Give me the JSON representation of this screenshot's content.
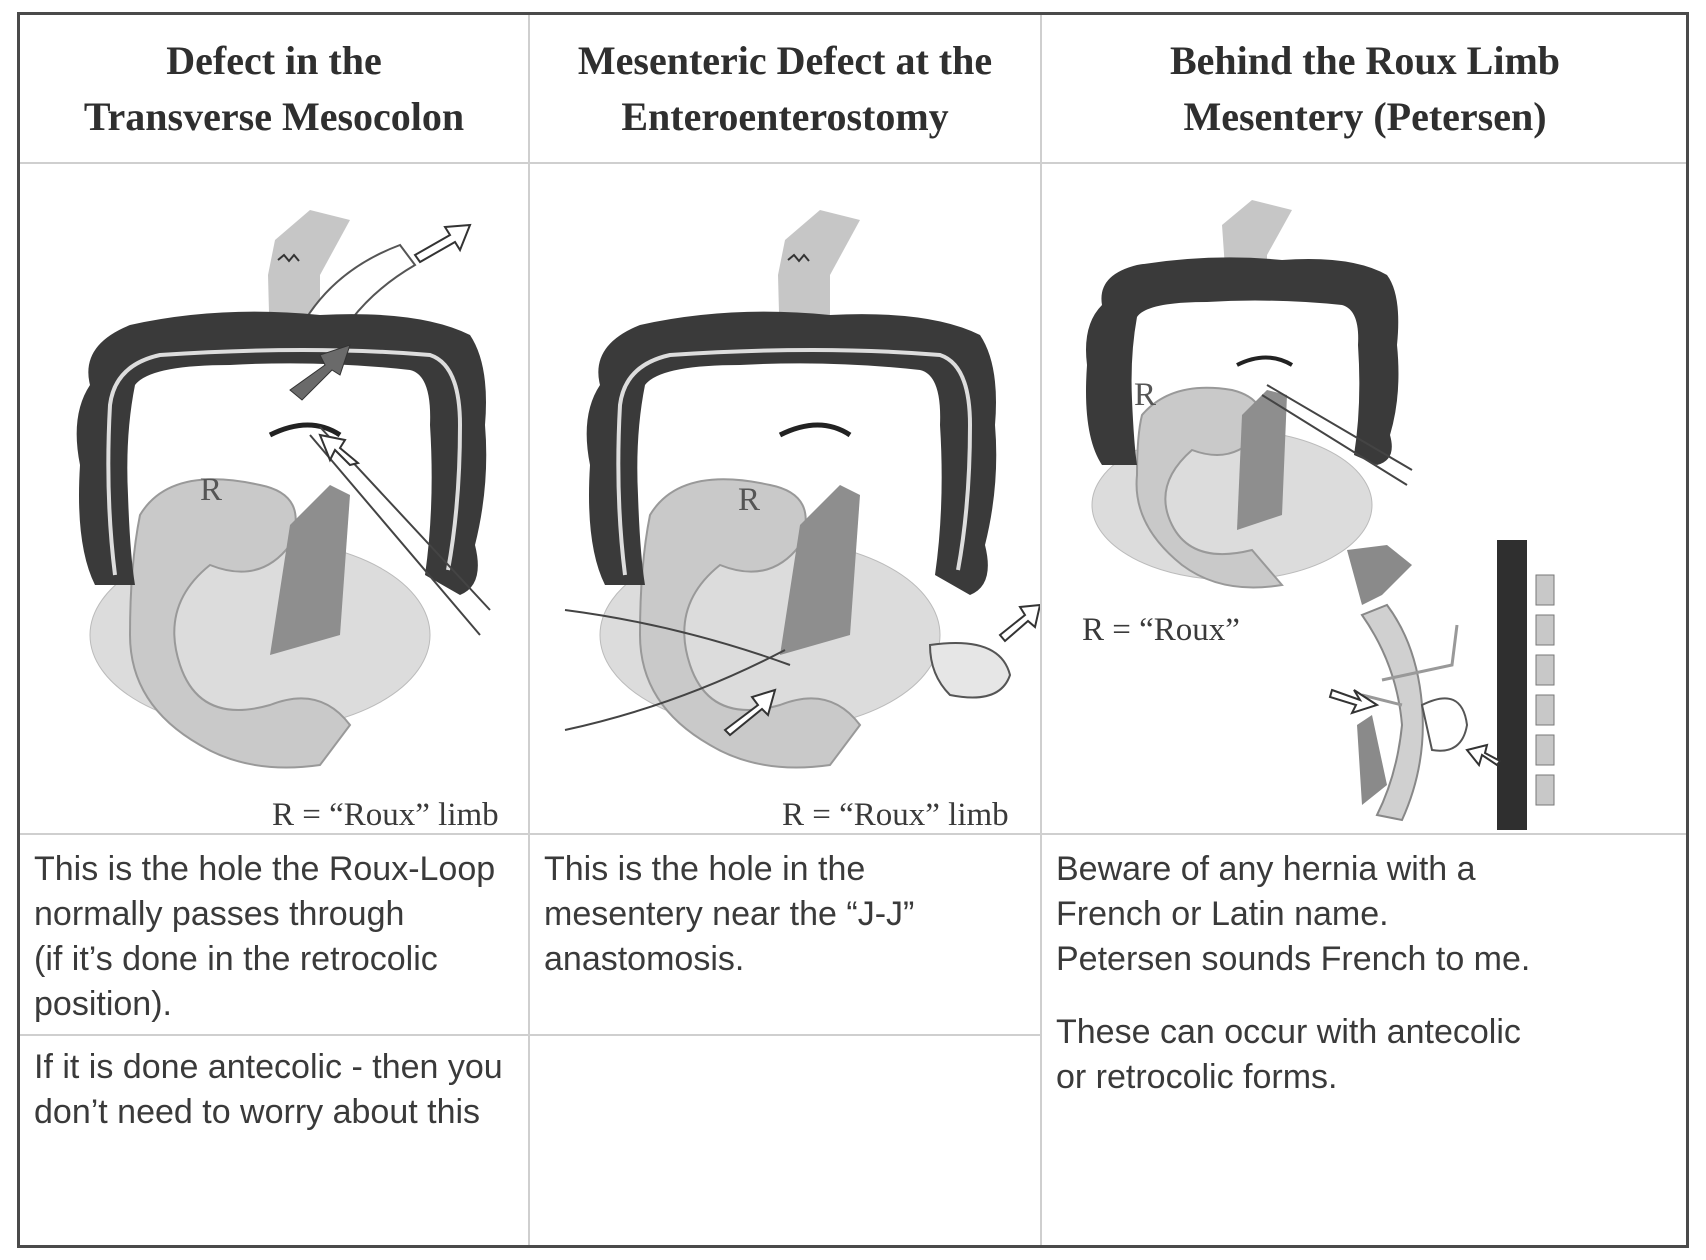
{
  "columns": [
    {
      "title": [
        "Defect in the",
        "Transverse Mesocolon"
      ],
      "caption": "R = “Roux” limb",
      "figure_label": "R",
      "notes": [
        [
          "This is the hole the Roux-Loop",
          "normally passes through",
          "(if it’s done in the retrocolic",
          "position)."
        ],
        [
          "If it is done antecolic - then you",
          "don’t need to worry about this"
        ]
      ]
    },
    {
      "title": [
        "Mesenteric Defect at the",
        "Enteroenterostomy"
      ],
      "caption": "R = “Roux” limb",
      "figure_label": "R",
      "notes": [
        [
          "This is the hole in the",
          "mesentery near the “J-J”",
          "anastomosis."
        ]
      ]
    },
    {
      "title": [
        "Behind the Roux Limb",
        "Mesentery (Petersen)"
      ],
      "caption": "R = “Roux”",
      "figure_label": "R",
      "notes": [
        [
          "Beware of any hernia with a",
          "French or Latin name.",
          "Petersen sounds French to me."
        ],
        [
          "These can occur with antecolic",
          "or retrocolic forms."
        ]
      ]
    }
  ],
  "icons": [
    "colon-illustration",
    "arrow-icon",
    "vertebra-icon"
  ]
}
